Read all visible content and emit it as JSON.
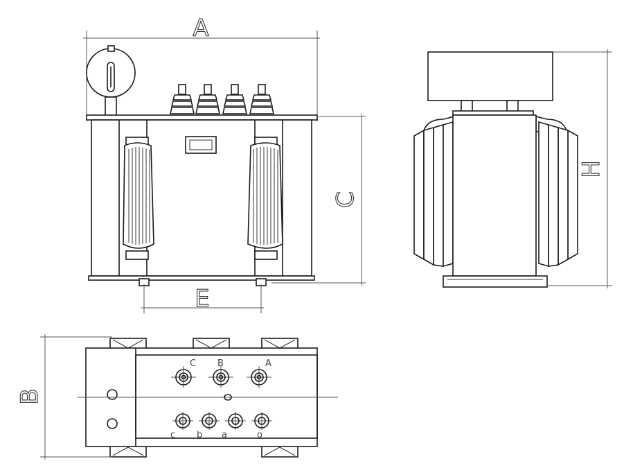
{
  "dimensions": {
    "A": "A",
    "B": "B",
    "C": "C",
    "E": "E",
    "H": "H"
  },
  "terminals": {
    "hv": [
      "C",
      "B",
      "A"
    ],
    "lv": [
      "c",
      "b",
      "a",
      "o"
    ]
  }
}
